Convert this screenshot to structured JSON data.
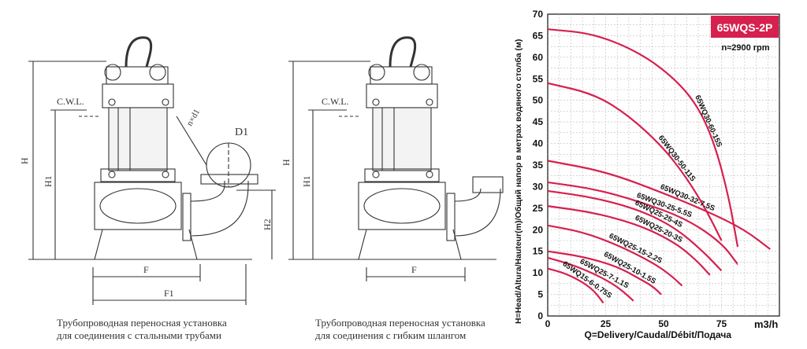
{
  "figures": {
    "left": {
      "labels": {
        "cwl": "C.W.L.",
        "H": "H",
        "H1": "H1",
        "H2": "H2",
        "F": "F",
        "F1": "F1",
        "D1": "D1",
        "n": "n×d1"
      },
      "caption": [
        "Трубопроводная переносная установка",
        "для соединения с стальными трубами"
      ]
    },
    "right": {
      "labels": {
        "cwl": "C.W.L.",
        "H": "H",
        "H1": "H1",
        "F": "F"
      },
      "caption": [
        "Трубопроводная переносная установка",
        "для соединения с гибким шлангом"
      ]
    }
  },
  "chart_data": {
    "type": "line",
    "badge": "65WQS-2P",
    "speed": "n≈2900 rpm",
    "xlabel": "Q=Delivery/Caudal/Débit/Подача",
    "xunit": "m3/h",
    "ylabel": "H=Head/Altura/Hauteur(m)/Общий напор в метрах водяного столба (м)",
    "xlim": [
      0,
      100
    ],
    "ylim": [
      0,
      70
    ],
    "xticks": [
      0,
      25,
      50,
      75
    ],
    "yticks": [
      0,
      5,
      10,
      15,
      20,
      25,
      30,
      35,
      40,
      45,
      50,
      55,
      60,
      65,
      70
    ],
    "line_color": "#d6204e",
    "series": [
      {
        "name": "65WQ30-60-15S",
        "x": [
          0,
          20,
          40,
          55,
          65,
          72,
          78,
          82
        ],
        "y": [
          66.5,
          65.5,
          61,
          55,
          48.5,
          40,
          28,
          16
        ]
      },
      {
        "name": "65WQ30-50-11S",
        "x": [
          0,
          20,
          35,
          50,
          60,
          68,
          75
        ],
        "y": [
          54,
          51.5,
          46.5,
          39,
          32,
          25,
          17.5
        ]
      },
      {
        "name": "65WQ30-32-7.5S",
        "x": [
          0,
          25,
          50,
          70,
          85,
          96
        ],
        "y": [
          36,
          33.5,
          28.5,
          24,
          20,
          15.5
        ]
      },
      {
        "name": "65WQ30-25-5.5S",
        "x": [
          0,
          20,
          40,
          60,
          75,
          82
        ],
        "y": [
          31,
          29.5,
          26.5,
          22.5,
          17,
          12
        ]
      },
      {
        "name": "65WQ25-25-4S",
        "x": [
          0,
          20,
          40,
          55,
          67,
          75
        ],
        "y": [
          29,
          27.5,
          24.5,
          20.5,
          15,
          10.5
        ]
      },
      {
        "name": "65WQ25-20-3S",
        "x": [
          0,
          20,
          40,
          55,
          64,
          70
        ],
        "y": [
          25.5,
          24,
          21,
          17,
          13,
          9.5
        ]
      },
      {
        "name": "65WQ25-15-2.2S",
        "x": [
          0,
          15,
          30,
          45,
          53,
          58
        ],
        "y": [
          21,
          19.5,
          16.5,
          12.5,
          9.5,
          7
        ]
      },
      {
        "name": "65WQ25-10-1.5S",
        "x": [
          0,
          15,
          30,
          40,
          45,
          49
        ],
        "y": [
          15,
          13.8,
          11.5,
          8.5,
          7,
          5
        ]
      },
      {
        "name": "65WQ25-7-1.1S",
        "x": [
          0,
          10,
          20,
          28,
          33,
          37
        ],
        "y": [
          13.5,
          12,
          9.8,
          7.5,
          5.5,
          3.5
        ]
      },
      {
        "name": "65WQ15-6-0.75S",
        "x": [
          0,
          7,
          14,
          19,
          22,
          24
        ],
        "y": [
          11,
          10,
          8.2,
          6.3,
          4.5,
          3
        ]
      }
    ],
    "grid": true
  }
}
